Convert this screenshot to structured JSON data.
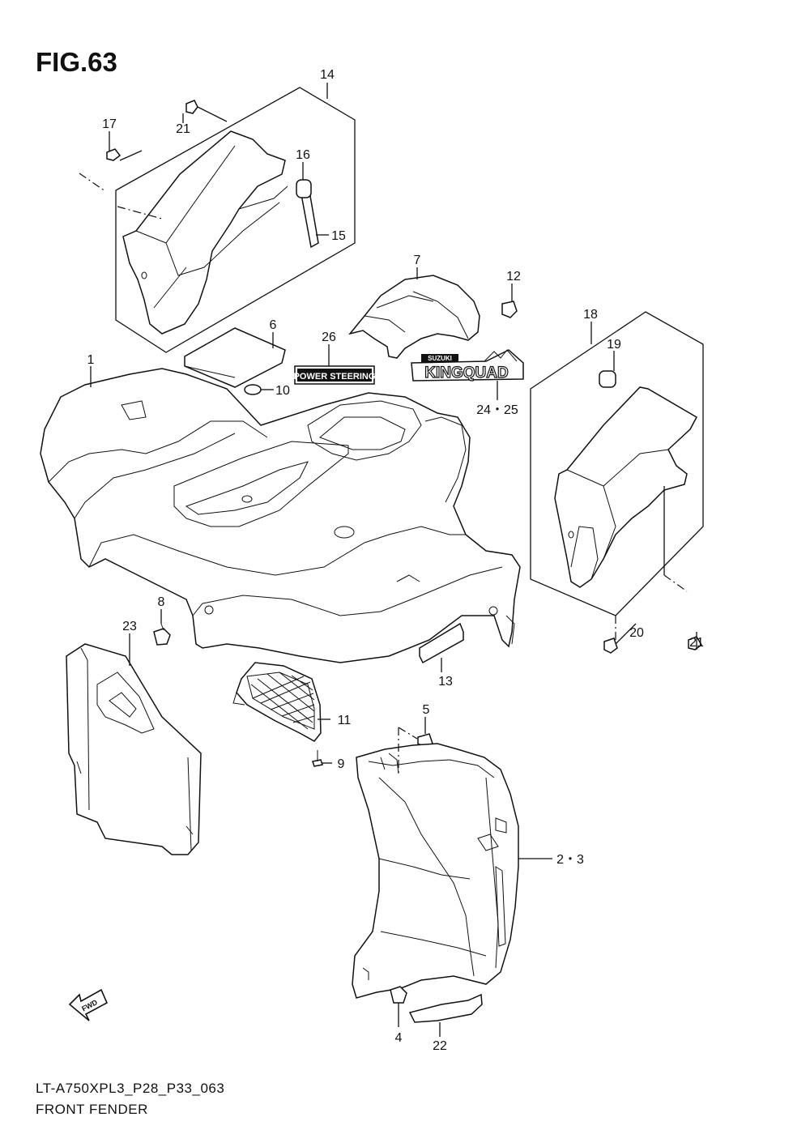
{
  "figure": {
    "title": "FIG.63",
    "model_code": "LT-A750XPL3_P28_P33_063",
    "section_name": "FRONT FENDER"
  },
  "labels": {
    "power_steering": "POWER STEERING",
    "brand": "SUZUKI",
    "kingquad": "KINGQUAD",
    "fwd": "FWD"
  },
  "callouts": {
    "c1": "1",
    "c2_3": "2・3",
    "c4": "4",
    "c5": "5",
    "c6": "6",
    "c7": "7",
    "c8": "8",
    "c9": "9",
    "c10": "10",
    "c11": "11",
    "c12": "12",
    "c13": "13",
    "c14": "14",
    "c15": "15",
    "c16": "16",
    "c17": "17",
    "c18": "18",
    "c19": "19",
    "c20": "20",
    "c21a": "21",
    "c21b": "21",
    "c22": "22",
    "c23": "23",
    "c24_25": "24・25",
    "c26": "26"
  }
}
